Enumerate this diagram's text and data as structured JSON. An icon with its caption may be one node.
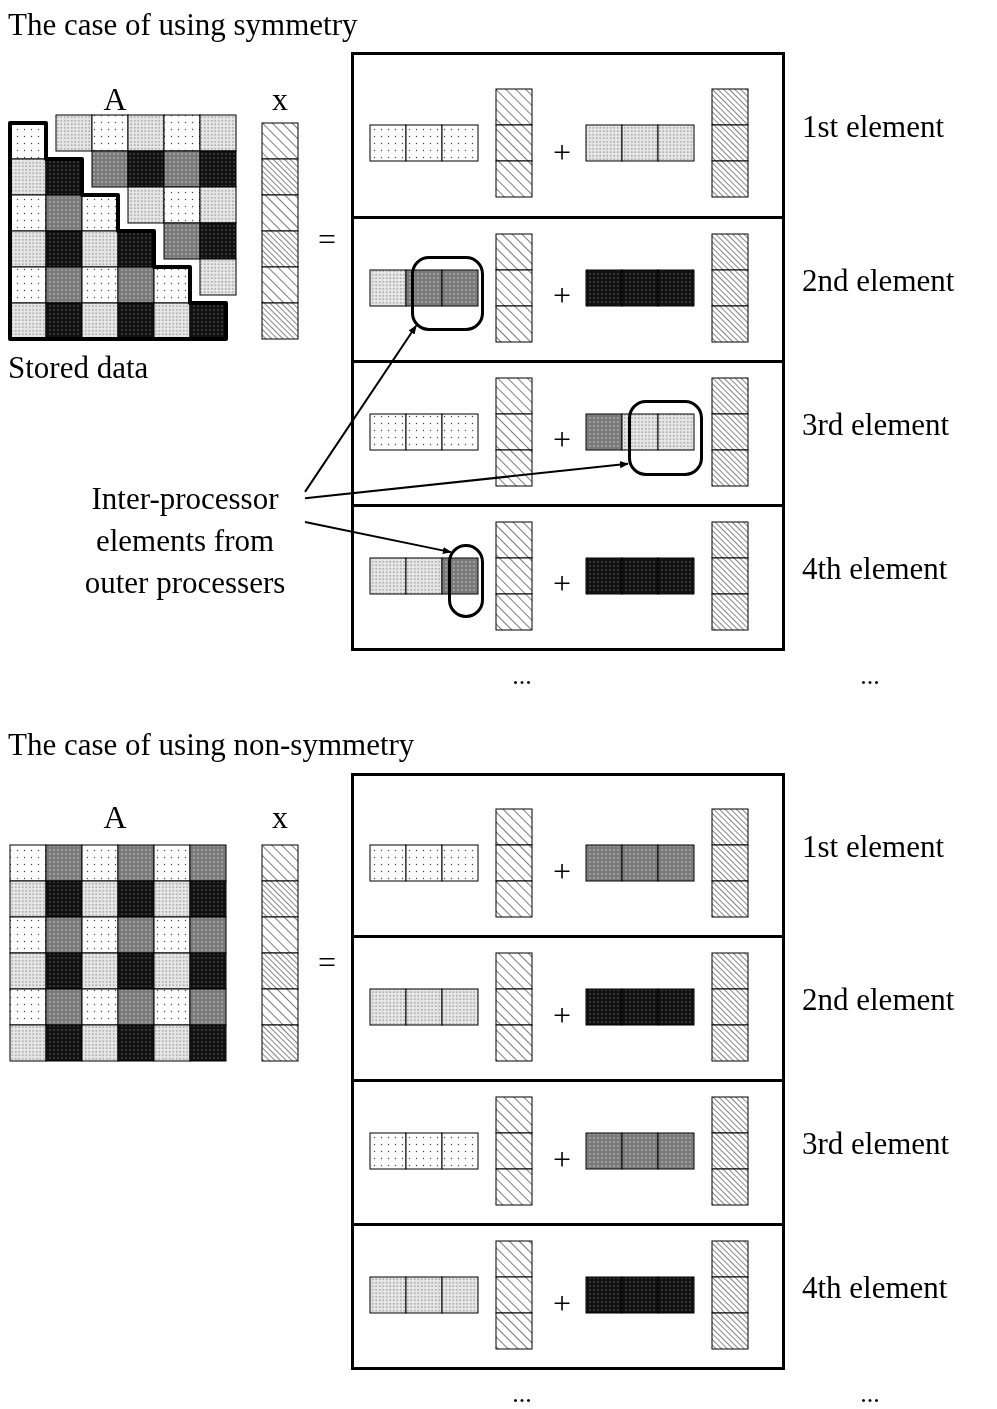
{
  "diagram": {
    "nodes": [
      {
        "text": [
          "1st element"
        ]
      },
      {
        "text": [
          "2nd element"
        ]
      },
      {
        "text": [],
        "shape": "box",
        "in": 1
      },
      {
        "text": [
          "3rd element"
        ]
      },
      {
        "text": [],
        "shape": "box",
        "in": 3
      },
      {
        "text": [
          "Inter-processor elements from outer processers"
        ]
      },
      {
        "text": [
          "4th element"
        ]
      },
      {
        "text": [],
        "shape": "box",
        "in": 6
      },
      {
        "text": [
          "1st element"
        ]
      },
      {
        "text": [
          "2nd element"
        ]
      },
      {
        "text": [
          "3rd element"
        ]
      },
      {
        "text": [
          "4th element"
        ]
      }
    ],
    "edges": [
      {
        "from": 5,
        "to": 2,
        "arrow": "to"
      },
      {
        "from": 5,
        "to": 4,
        "arrow": "to"
      },
      {
        "from": 5,
        "to": 7,
        "arrow": "to"
      }
    ],
    "labels": [
      "The case of using symmetry",
      "A",
      "x",
      "+",
      "=",
      "+",
      "Stored data",
      "+",
      "+",
      "...",
      "...",
      "The case of using non-symmetry",
      "A",
      "x",
      "+",
      "=",
      "+",
      "+",
      "+",
      "...",
      "..."
    ]
  }
}
